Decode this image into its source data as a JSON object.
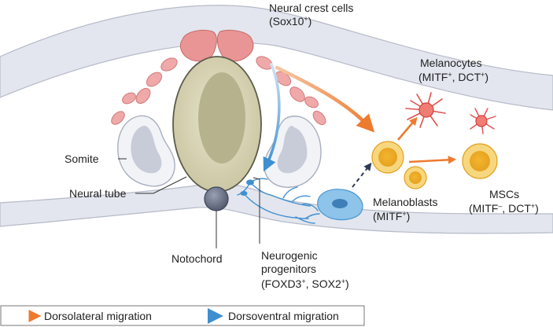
{
  "labels": {
    "neural_crest_line1": "Neural crest cells",
    "neural_crest_line2": "(Sox10",
    "neural_crest_sup": "+",
    "neural_crest_close": ")",
    "melanocytes_line1": "Melanocytes",
    "melanocytes_line2a": "(MITF",
    "melanocytes_sup1": "+",
    "melanocytes_line2b": ", DCT",
    "melanocytes_sup2": "+",
    "melanocytes_close": ")",
    "somite": "Somite",
    "neural_tube": "Neural tube",
    "notochord": "Notochord",
    "neuro_line1": "Neurogenic",
    "neuro_line2": "progenitors",
    "neuro_line3a": "(FOXD3",
    "neuro_sup1": "+",
    "neuro_line3b": ", SOX2",
    "neuro_sup2": "+",
    "neuro_close": ")",
    "melanoblasts_line1": "Melanoblasts",
    "melanoblasts_line2a": "(MITF",
    "melanoblasts_sup": "+",
    "melanoblasts_close": ")",
    "mscs_line1": "MSCs",
    "mscs_line2a": "(MITF",
    "mscs_sup1": "–",
    "mscs_line2b": ", DCT",
    "mscs_sup2": "+",
    "mscs_close": ")"
  },
  "legend": {
    "dorsolateral": "Dorsolateral migration",
    "dorsoventral": "Dorsoventral migration"
  },
  "colors": {
    "orange_arrow": "#EE7A2E",
    "blue_arrow": "#4A97D1",
    "tissue_band": "#E3E6EE",
    "neural_tube_fill": "#DCD8B8",
    "crest_pink": "#EA9595",
    "melanoblast_yellow": "#F7C64A",
    "melanocyte_red": "#E0524F",
    "notochord": "#6C7387",
    "neuron_blue": "#3F8FD0"
  }
}
